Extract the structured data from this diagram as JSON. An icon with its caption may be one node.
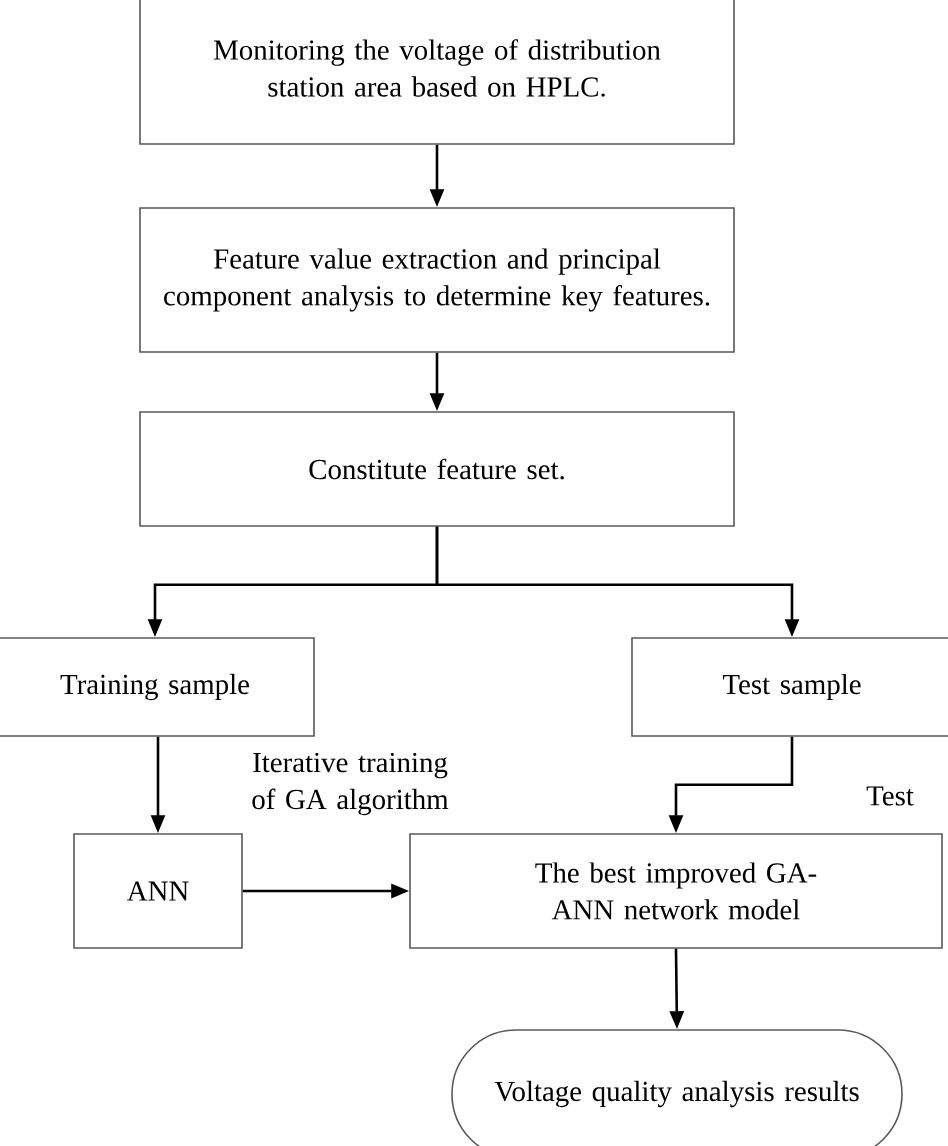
{
  "diagram": {
    "nodes": [
      {
        "text": [
          "Monitoring the voltage of distribution station area based on HPLC."
        ]
      },
      {
        "text": [
          "Feature value extraction and principal component analysis to determine key features."
        ]
      },
      {
        "text": [
          "Constitute feature set."
        ]
      },
      {
        "text": [
          "Training sample"
        ]
      },
      {
        "text": [
          "Test sample"
        ]
      },
      {
        "text": [
          "ANN"
        ]
      },
      {
        "text": [
          "The best improved GA-ANN network model"
        ]
      },
      {
        "text": [
          "Voltage quality analysis results"
        ]
      }
    ],
    "edges": [
      {
        "from": 0,
        "to": 1,
        "arrow": "to"
      },
      {
        "from": 1,
        "to": 2,
        "arrow": "to"
      },
      {
        "from": 2,
        "to": 3,
        "arrow": "to"
      },
      {
        "from": 2,
        "to": 4,
        "arrow": "to"
      },
      {
        "from": 3,
        "to": 5,
        "arrow": "to",
        "label": "Iterative training of GA algorithm"
      },
      {
        "from": 4,
        "to": 6,
        "arrow": "to",
        "label": "Test"
      },
      {
        "from": 5,
        "to": 6,
        "arrow": "to"
      },
      {
        "from": 6,
        "to": 7,
        "arrow": "to"
      }
    ]
  }
}
